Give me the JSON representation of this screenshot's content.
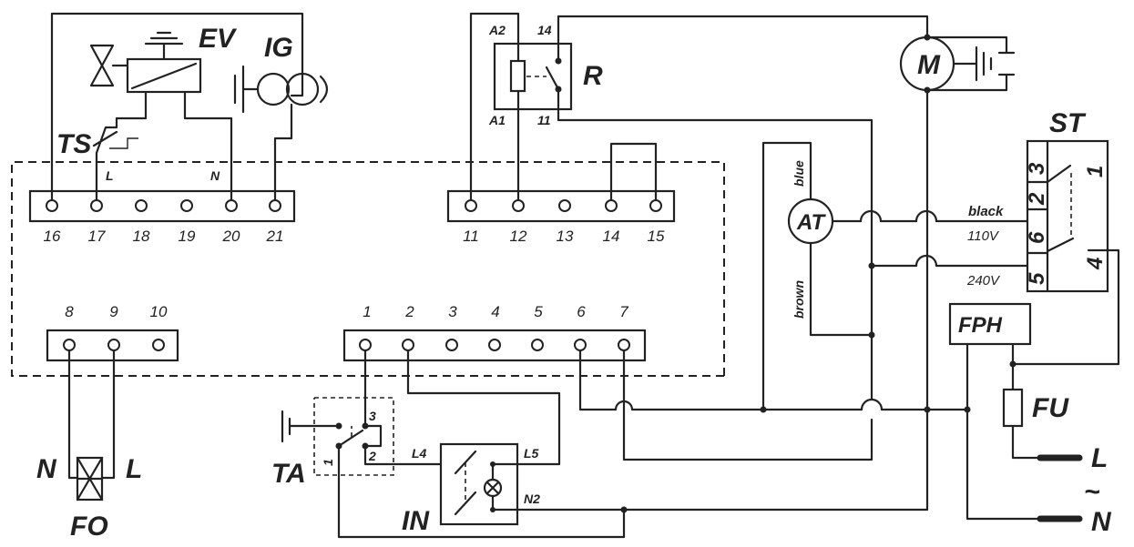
{
  "terminal_blocks": {
    "upper_left": [
      "16",
      "17",
      "18",
      "19",
      "20",
      "21"
    ],
    "upper_right": [
      "11",
      "12",
      "13",
      "14",
      "15"
    ],
    "lower_left": [
      "8",
      "9",
      "10"
    ],
    "lower_right": [
      "1",
      "2",
      "3",
      "4",
      "5",
      "6",
      "7"
    ]
  },
  "components": {
    "ev": "EV",
    "ig": "IG",
    "ts": "TS",
    "r": "R",
    "m": "M",
    "st": "ST",
    "at": "AT",
    "fph": "FPH",
    "fu": "FU",
    "ta": "TA",
    "in": "IN",
    "fo": "FO"
  },
  "pins": {
    "ts_l": "L",
    "ts_n": "N",
    "relay_a2": "A2",
    "relay_14": "14",
    "relay_a1": "A1",
    "relay_11": "11",
    "st_1": "1",
    "st_2": "2",
    "st_3": "3",
    "st_4": "4",
    "st_5": "5",
    "st_6": "6",
    "ta_1": "1",
    "ta_2": "2",
    "ta_3": "3",
    "in_l4": "L4",
    "in_l5": "L5",
    "in_n2": "N2"
  },
  "wire_labels": {
    "blue": "blue",
    "brown": "brown",
    "black": "black",
    "v110": "110V",
    "v240": "240V"
  },
  "supply": {
    "fo_n": "N",
    "fo_l": "L",
    "mains_l": "L",
    "mains_n": "N",
    "ac_symbol": "~"
  }
}
